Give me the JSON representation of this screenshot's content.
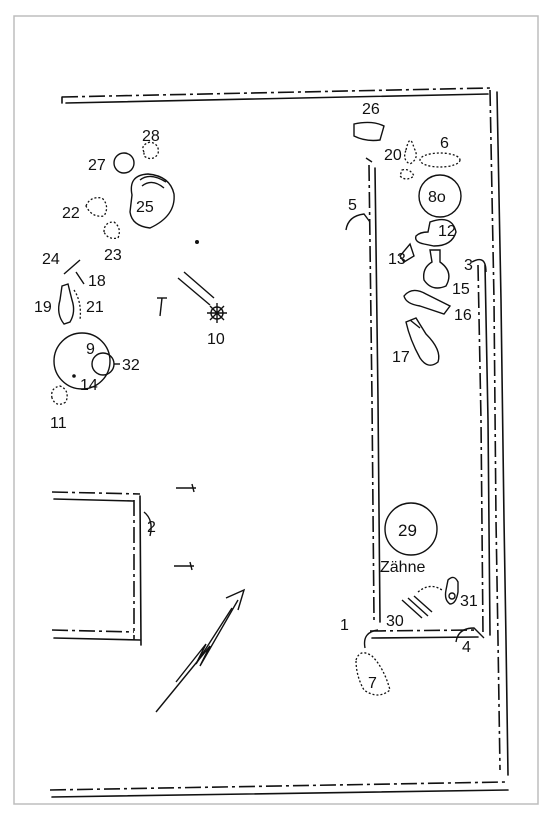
{
  "labels": {
    "l1": "1",
    "l2": "2",
    "l3": "3",
    "l4": "4",
    "l5": "5",
    "l6": "6",
    "l7": "7",
    "l8": "8o",
    "l9": "9",
    "l10": "10",
    "l11": "11",
    "l12": "12",
    "l13": "13",
    "l14": "14",
    "l15": "15",
    "l16": "16",
    "l17": "17",
    "l18": "18",
    "l19": "19",
    "l20": "20",
    "l21": "21",
    "l22": "22",
    "l23": "23",
    "l24": "24",
    "l25": "25",
    "l26": "26",
    "l27": "27",
    "l28": "28",
    "l29": "29",
    "l30": "30",
    "l31": "31",
    "l32": "32",
    "zaehne": "Zähne"
  },
  "icons": {
    "north_arrow": "lightning-north-arrow-icon"
  },
  "colors": {
    "ink": "#111111",
    "background": "#ffffff",
    "frame": "#bdbdbd"
  }
}
